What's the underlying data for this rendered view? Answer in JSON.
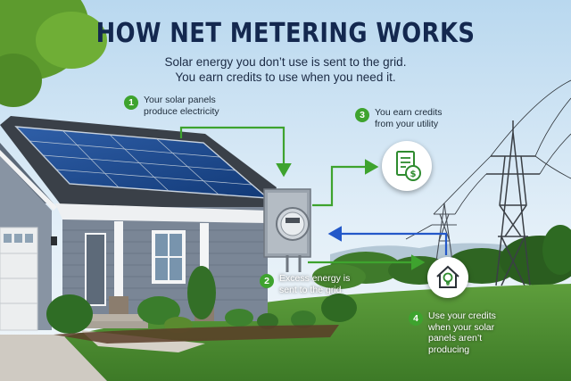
{
  "title": "HOW NET METERING WORKS",
  "subtitle_line1": "Solar energy you don’t use is sent to the grid.",
  "subtitle_line2": "You earn credits to use when you need it.",
  "steps": [
    {
      "number": "1",
      "text": "Your solar panels\nproduce electricity"
    },
    {
      "number": "2",
      "text": "Excess energy is\nsent to the grid"
    },
    {
      "number": "3",
      "text": "You earn credits\nfrom your utility"
    },
    {
      "number": "4",
      "text": "Use your credits\nwhen your solar\npanels aren’t\nproducing"
    }
  ],
  "icons": {
    "bill": "utility-bill-dollar-icon",
    "house": "house-lightbulb-icon"
  },
  "colors": {
    "title": "#14284f",
    "step_green": "#3ea32e",
    "flow_blue": "#2358c9",
    "sky": "#cfe3f3",
    "lawn": "#4e8f34"
  }
}
